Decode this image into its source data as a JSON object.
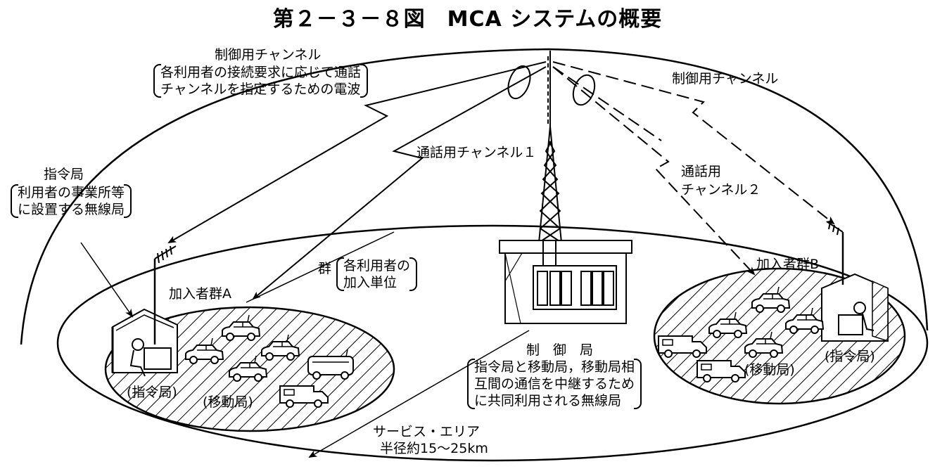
{
  "title": "第２－３－８図　MCA システムの概要",
  "labels": {
    "control_channel_left": "制御用チャンネル",
    "control_channel_left_desc_1": "各利用者の接続要求に応じて通話",
    "control_channel_left_desc_2": "チャンネルを指定するための電波",
    "control_channel_right": "制御用チャンネル",
    "call_channel_1": "通話用チャンネル１",
    "call_channel_2_line1": "通話用",
    "call_channel_2_line2": "チャンネル２",
    "dispatch_station": "指令局",
    "dispatch_station_desc_1": "利用者の事業所等",
    "dispatch_station_desc_2": "に設置する無線局",
    "group": "群",
    "group_desc_1": "各利用者の",
    "group_desc_2": "加入単位",
    "subscriber_group_a": "加入者群A",
    "subscriber_group_b": "加入者群B",
    "dispatch_a": "(指令局)",
    "mobile_a": "(移動局)",
    "dispatch_b": "(指令局)",
    "mobile_b": "(移動局)",
    "control_station": "制　御　局",
    "control_station_desc_1": "指令局と移動局，移動局相",
    "control_station_desc_2": "互間の通信を中継するため",
    "control_station_desc_3": "に共同利用される無線局",
    "service_area": "サービス・エリア",
    "service_radius": "半径約15～25km"
  }
}
